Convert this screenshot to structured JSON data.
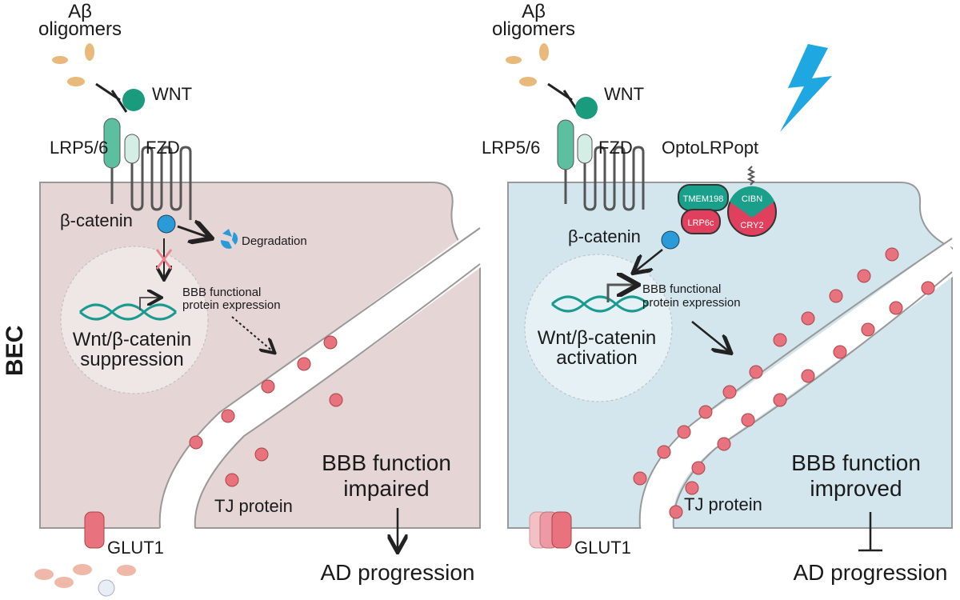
{
  "side_label": "BEC",
  "colors": {
    "impaired_cell": "#e5d5d5",
    "improved_cell": "#d3e6ee",
    "tj_protein": "#e9727f",
    "beta_catenin": "#2a9bd8",
    "lrp": "#5bbfa0",
    "wnt": "#1a9b7d",
    "optogenetic_red": "#e0405e",
    "lightning": "#1ea7e1"
  },
  "left": {
    "abeta": [
      "Aβ",
      "oligomers"
    ],
    "wnt": "WNT",
    "lrp": "LRP5/6",
    "fzd": "FZD",
    "beta_catenin": "β-catenin",
    "degradation": "Degradation",
    "bbb_expression": [
      "BBB functional",
      "protein expression"
    ],
    "nucleus_state": [
      "Wnt/β-catenin",
      "suppression"
    ],
    "tj": "TJ protein",
    "outcome": [
      "BBB function",
      "impaired"
    ],
    "ad": "AD progression",
    "glut1": "GLUT1"
  },
  "right": {
    "abeta": [
      "Aβ",
      "oligomers"
    ],
    "wnt": "WNT",
    "lrp": "LRP5/6",
    "fzd": "FZD",
    "opto": "OptoLRPopt",
    "complex": {
      "tmem": "TMEM198",
      "cibn": "CIBN",
      "lrp6c": "LRP6c",
      "cry2": "CRY2"
    },
    "beta_catenin": "β-catenin",
    "bbb_expression": [
      "BBB functional",
      "protein expression"
    ],
    "nucleus_state": [
      "Wnt/β-catenin",
      "activation"
    ],
    "tj": "TJ protein",
    "outcome": [
      "BBB function",
      "improved"
    ],
    "ad": "AD progression",
    "glut1": "GLUT1"
  }
}
